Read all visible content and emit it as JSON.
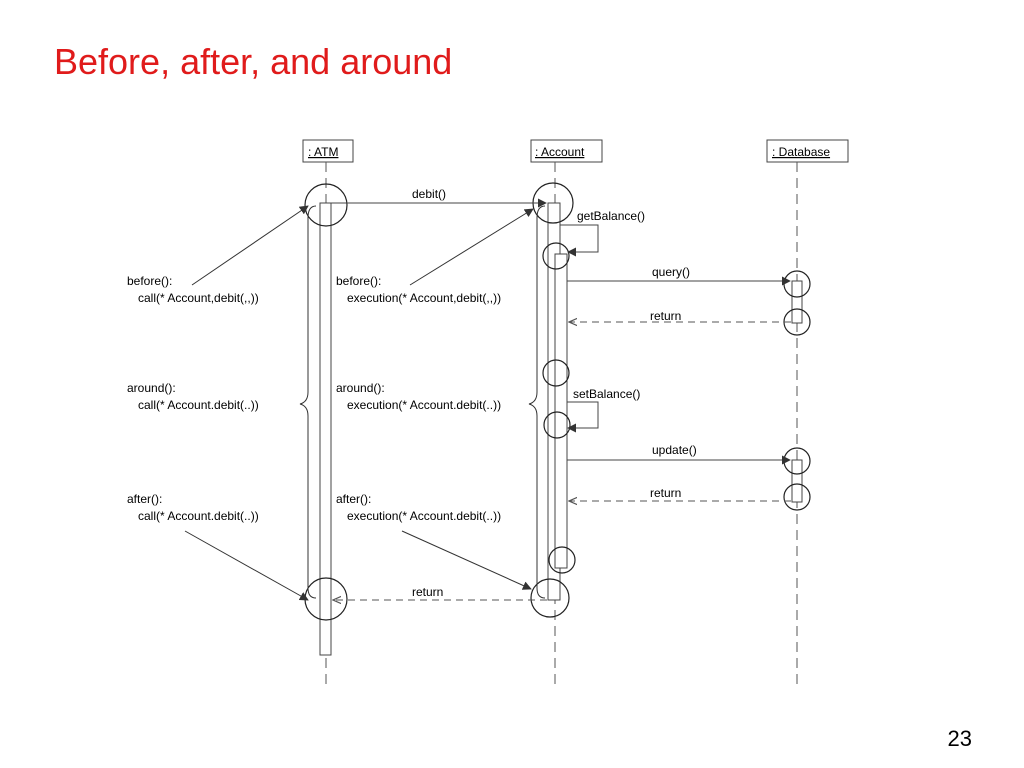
{
  "slide": {
    "title": "Before, after, and around",
    "page_number": "23",
    "title_color": "#e01b1b"
  },
  "lifelines": {
    "atm": ": ATM",
    "account": ": Account",
    "database": ": Database"
  },
  "messages": {
    "debit": "debit()",
    "get_balance": "getBalance()",
    "query": "query()",
    "query_return": "return",
    "set_balance": "setBalance()",
    "update": "update()",
    "update_return": "return",
    "final_return": "return"
  },
  "annotations": {
    "call_before_1": "before():",
    "call_before_2": "call(* Account,debit(,,))",
    "call_around_1": "around():",
    "call_around_2": "call(* Account.debit(..))",
    "call_after_1": "after():",
    "call_after_2": "call(* Account.debit(..))",
    "exec_before_1": "before():",
    "exec_before_2": "execution(* Account,debit(,,))",
    "exec_around_1": "around():",
    "exec_around_2": "execution(* Account.debit(..))",
    "exec_after_1": "after():",
    "exec_after_2": "execution(* Account.debit(..))"
  }
}
